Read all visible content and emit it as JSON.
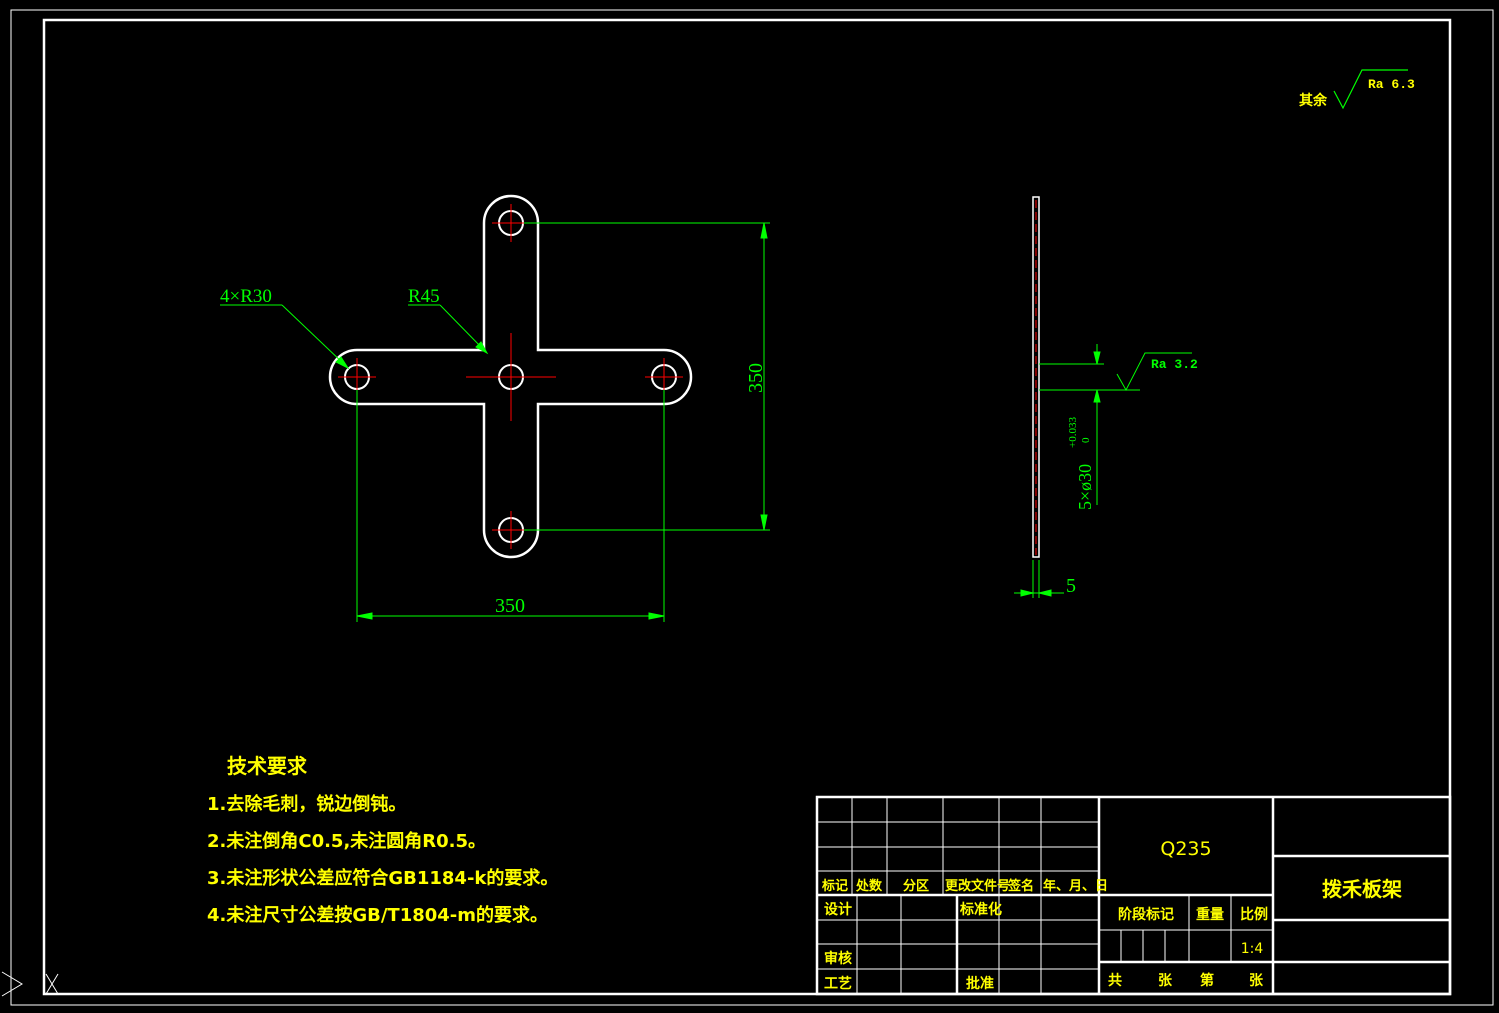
{
  "surface_note": {
    "prefix": "其余",
    "ra": "Ra 6.3"
  },
  "dimensions": {
    "corner_radius": "4×R30",
    "inner_radius": "R45",
    "vertical_span": "350",
    "horizontal_span": "350",
    "thickness": "5",
    "hole_spec": "5×ø30",
    "hole_tol_upper": "+0.033",
    "hole_tol_lower": "0",
    "ra_hole": "Ra 3.2"
  },
  "tech_requirements": {
    "title": "技术要求",
    "items": [
      "1.去除毛刺，锐边倒钝。",
      "2.未注倒角C0.5,未注圆角R0.5。",
      "3.未注形状公差应符合GB1184-k的要求。",
      "4.未注尺寸公差按GB/T1804-m的要求。"
    ]
  },
  "title_block": {
    "material": "Q235",
    "part_name": "拨禾板架",
    "headers": [
      "标记",
      "处数",
      "分区",
      "更改文件号",
      "签名",
      "年、月、日"
    ],
    "design": "设计",
    "standardize": "标准化",
    "review": "审核",
    "process": "工艺",
    "approve": "批准",
    "stage_mark": "阶段标记",
    "weight": "重量",
    "scale_label": "比例",
    "scale": "1:4",
    "total": "共",
    "sheets1": "张",
    "nth": "第",
    "sheets2": "张"
  },
  "colors": {
    "background": "#000000",
    "outline": "#ffffff",
    "dimension": "#00ff00",
    "centerline": "#ff0000",
    "text": "#ffff00"
  }
}
